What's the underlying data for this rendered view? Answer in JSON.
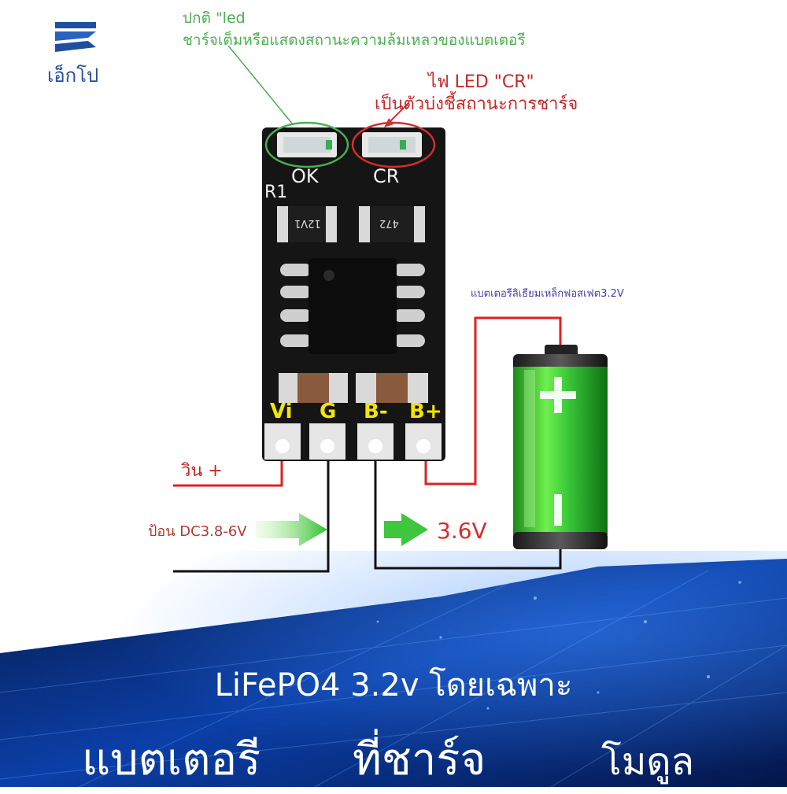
{
  "brand": {
    "name": "เอ็กโป"
  },
  "annotations": {
    "ok_led_line1": "ปกติ \"led",
    "ok_led_line2": "ชาร์จเต็มหรือแสดงสถานะความล้มเหลวของแบตเตอรี",
    "cr_led_line1": "ไฟ LED \"CR\"",
    "cr_led_line2": "เป็นตัวบ่งชี้สถานะการชาร์จ",
    "battery_type": "แบตเตอรีลิเธียมเหล็กฟอสเฟต3.2V",
    "vin_plus": "วิน +",
    "input_range": "ป้อน DC3.8-6V",
    "output_voltage": "3.6V"
  },
  "board": {
    "silk_ok": "OK",
    "silk_cr": "CR",
    "silk_r1": "R1",
    "resistor_left": "12V1",
    "resistor_right": "472",
    "pins": [
      "Vi",
      "G",
      "B-",
      "B+"
    ]
  },
  "battery": {
    "plus": "+",
    "minus": "−"
  },
  "footer": {
    "title": "LiFePO4 3.2v โดยเฉพาะ",
    "word1": "แบตเตอรี",
    "word2": "ที่ชาร์จ",
    "word3": "โมดูล"
  },
  "colors": {
    "wire_red": "#e02020",
    "wire_black": "#111111",
    "arrow_green": "#39c43a",
    "pin_label": "#f2e600",
    "pcb": "#151515",
    "led_ring_ok": "#4caf50",
    "led_ring_cr": "#d32f2f"
  }
}
